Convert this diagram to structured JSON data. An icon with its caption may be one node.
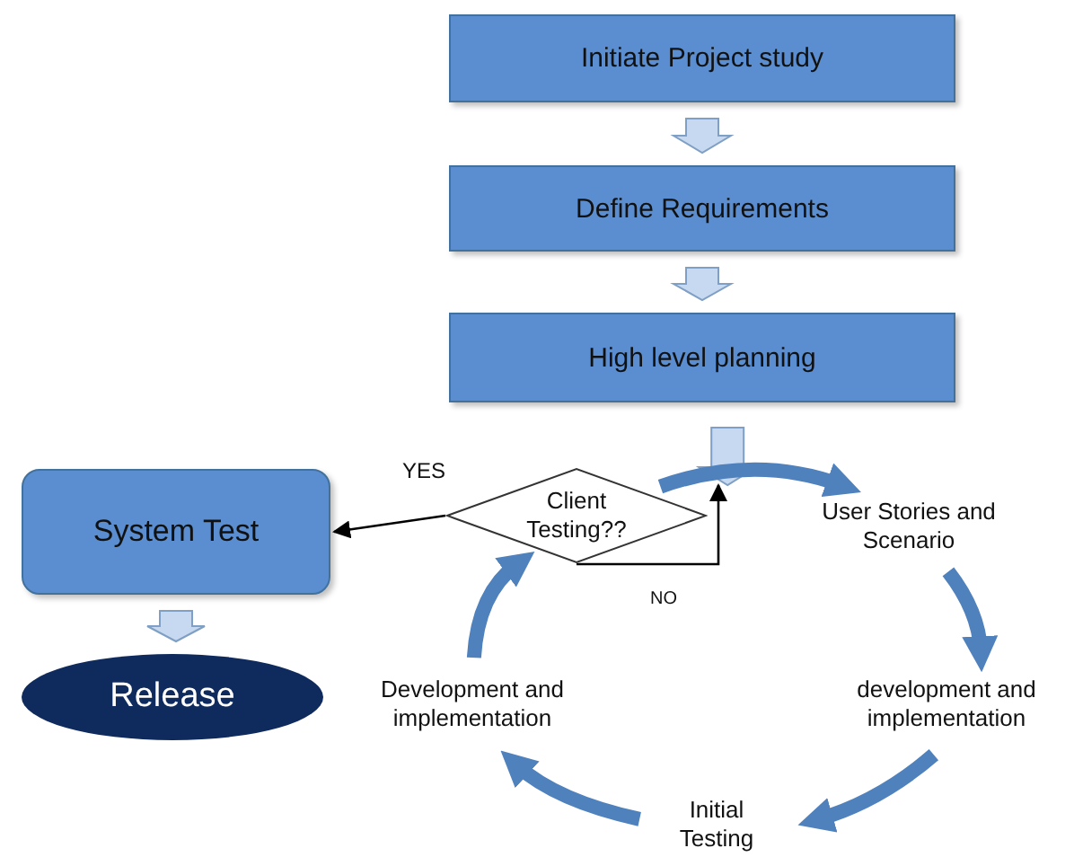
{
  "diagram": {
    "nodes": [
      {
        "text": [
          "Initiate Project study"
        ]
      },
      {
        "text": [
          "Define Requirements"
        ]
      },
      {
        "text": [
          "High level planning"
        ]
      },
      {
        "text": [
          "Client Testing??"
        ]
      },
      {
        "text": [
          "User Stories and Scenario"
        ]
      },
      {
        "text": [
          "development and implementation"
        ]
      },
      {
        "text": [
          "Initial Testing"
        ]
      },
      {
        "text": [
          "Development and implementation"
        ]
      },
      {
        "text": [
          "System Test"
        ]
      },
      {
        "text": [
          "Release"
        ]
      }
    ],
    "edges": [
      {
        "from": 0,
        "to": 1,
        "arrow": "to",
        "style": "thick",
        "color": "#c6d9f1"
      },
      {
        "from": 1,
        "to": 2,
        "arrow": "to",
        "style": "thick",
        "color": "#c6d9f1"
      },
      {
        "from": 2,
        "to": null,
        "arrow": "to",
        "style": "thick",
        "color": "#c6d9f1"
      },
      {
        "from": 3,
        "to": 4,
        "arrow": "to",
        "color": "#4f81bd"
      },
      {
        "from": 4,
        "to": 5,
        "arrow": "to",
        "color": "#4f81bd"
      },
      {
        "from": 5,
        "to": 6,
        "arrow": "to",
        "color": "#4f81bd"
      },
      {
        "from": 6,
        "to": 7,
        "arrow": "to",
        "color": "#4f81bd"
      },
      {
        "from": 7,
        "to": 3,
        "arrow": "to",
        "color": "#4f81bd"
      },
      {
        "from": 3,
        "to": 8,
        "arrow": "to",
        "label": "YES",
        "color": "#000000"
      },
      {
        "from": 3,
        "to": null,
        "arrow": "to",
        "label": "NO",
        "color": "#000000"
      },
      {
        "from": 8,
        "to": 9,
        "arrow": "to",
        "style": "thick",
        "color": "#c6d9f1"
      }
    ]
  }
}
